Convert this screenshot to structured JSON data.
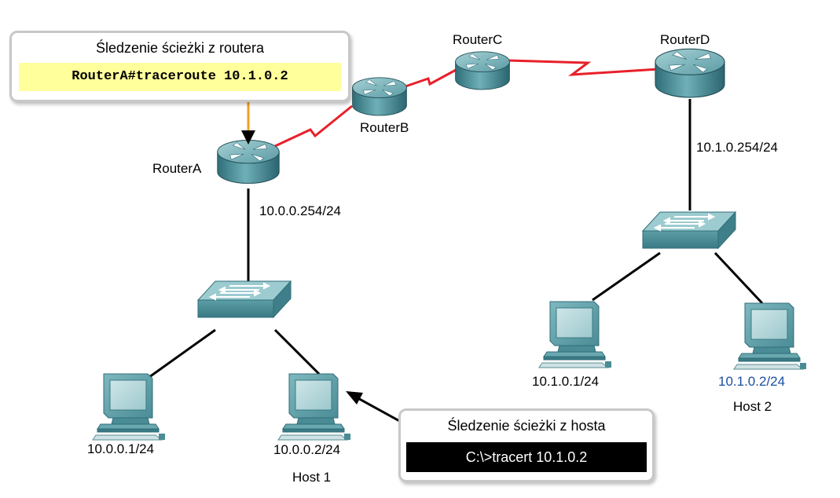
{
  "routers": {
    "a": "RouterA",
    "b": "RouterB",
    "c": "RouterC",
    "d": "RouterD"
  },
  "addresses": {
    "router_a_lan": "10.0.0.254/24",
    "router_d_lan": "10.1.0.254/24",
    "pc_left_1": "10.0.0.1/24",
    "host1": "10.0.0.2/24",
    "pc_right_1": "10.1.0.1/24",
    "host2": "10.1.0.2/24"
  },
  "hosts": {
    "host1": "Host 1",
    "host2": "Host 2"
  },
  "callouts": {
    "router": {
      "title": "Śledzenie ścieżki z routera",
      "command": "RouterA#traceroute 10.1.0.2"
    },
    "host": {
      "title": "Śledzenie ścieżki z hosta",
      "command": "C:\\>tracert 10.1.0.2"
    }
  },
  "colors": {
    "wan_link": "#e8202a",
    "device_teal": "#4a8c96",
    "router_arrow": "#f0a020",
    "host2_address": "#1a4fa0",
    "command_highlight": "#ffff9c"
  },
  "icons": {
    "router": "router-icon",
    "switch": "switch-icon",
    "pc": "pc-icon"
  }
}
